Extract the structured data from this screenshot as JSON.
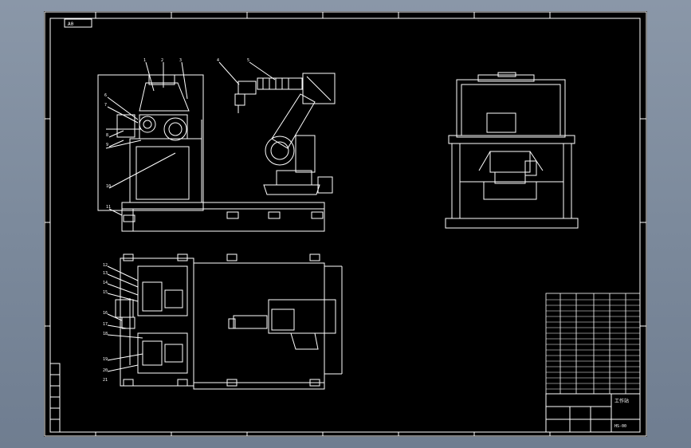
{
  "drawing": {
    "background": "#000000",
    "line_color": "#ffffff",
    "frame_corner_code": "A0",
    "callouts_side_view": [
      "1",
      "2",
      "3",
      "4",
      "5",
      "6",
      "7",
      "8",
      "9",
      "10",
      "11"
    ],
    "callouts_plan_view": [
      "12",
      "13",
      "14",
      "15",
      "16",
      "17",
      "18",
      "19",
      "20",
      "21"
    ],
    "title_block": {
      "drawing_name": "工作站",
      "drawing_number": "HS-00"
    }
  }
}
